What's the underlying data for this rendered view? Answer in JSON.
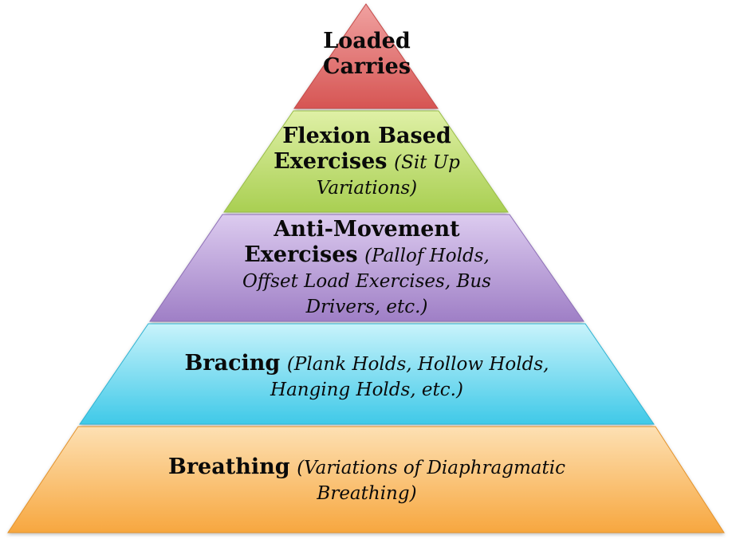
{
  "tiers": [
    {
      "title": "Loaded Carries",
      "detail": "",
      "color_top": "#f0a1a0",
      "color_bottom": "#d65553"
    },
    {
      "title": "Flexion Based Exercises",
      "detail": "(Sit Up Variations)",
      "color_top": "#dff0a6",
      "color_bottom": "#a9cf52"
    },
    {
      "title": "Anti-Movement Exercises",
      "detail": "(Pallof Holds, Offset Load Exercises, Bus Drivers, etc.)",
      "color_top": "#dccbef",
      "color_bottom": "#9f7fc6"
    },
    {
      "title": "Bracing",
      "detail": "(Plank Holds, Hollow Holds, Hanging Holds, etc.)",
      "color_top": "#c8f3fb",
      "color_bottom": "#3fc9e8"
    },
    {
      "title": "Breathing",
      "detail": "(Variations of Diaphragmatic Breathing)",
      "color_top": "#fde0b3",
      "color_bottom": "#f7a73f"
    }
  ]
}
